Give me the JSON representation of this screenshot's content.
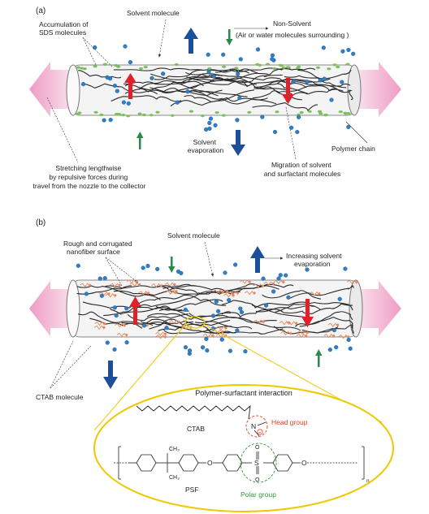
{
  "panel_a": {
    "tag": "(a)",
    "accumulation_label": [
      "Accumulation of",
      "SDS molecules"
    ],
    "solvent_molecule_label": "Solvent molecule",
    "non_solvent_label": [
      "Non-Solvent",
      "(Air or water molecules surrounding )"
    ],
    "polymer_chain_label": "Polymer chain",
    "solvent_evaporation_label": [
      "Solvent",
      "evaporation"
    ],
    "migration_label": [
      "Migration of solvent",
      "and surfactant molecules"
    ],
    "stretching_label": [
      "Stretching lengthwise",
      "by repulsive forces during",
      "travel from the nozzle to the collector"
    ]
  },
  "panel_b": {
    "tag": "(b)",
    "rough_surface_label": [
      "Rough and corrugated",
      "nanofiber surface"
    ],
    "solvent_molecule_label": "Solvent molecule",
    "increasing_evaporation_label": [
      "Increasing solvent",
      "evaporation"
    ],
    "ctab_molecule_label": "CTAB molecule",
    "interaction_title": "Polymer-surfactant interaction",
    "ctab_label": "CTAB",
    "n_label": "N",
    "plus_label": "+",
    "head_group_label": "Head group",
    "ch3_top": "CH₃",
    "ch3_bottom": "CH₃",
    "o_left": "O",
    "o_right": "O",
    "s_label": "S",
    "so_top": "O",
    "so_bottom": "O",
    "subscript_n": "n",
    "psf_label": "PSF",
    "polar_group_label": "Polar group"
  },
  "colors": {
    "fiber": "#f2f2f2",
    "chain": "#2a2a2a",
    "solvent_dot": "#2e7fc8",
    "sds": "#7cc05a",
    "ctab": "#e8885a",
    "red_arrow": "#e0202a",
    "blue_arrow": "#1b4f9a",
    "green_arrow": "#2a8a4a",
    "pink_arrow": "#f0a8cc",
    "ellipse": "#f0c800",
    "head_group": "#e04020",
    "polar_group": "#2a9a3a"
  }
}
